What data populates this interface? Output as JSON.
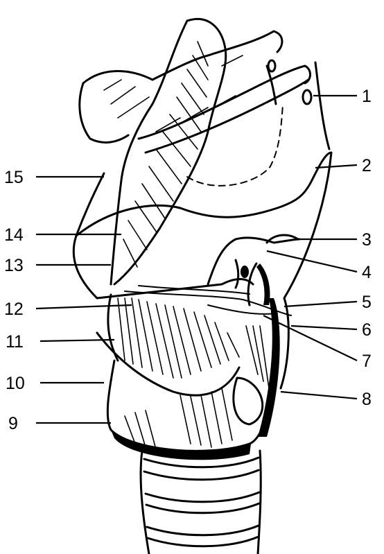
{
  "labels": [
    "1",
    "2",
    "3",
    "4",
    "5",
    "6",
    "7",
    "8",
    "9",
    "10",
    "11",
    "12",
    "13",
    "14",
    "15"
  ],
  "colors": {
    "ink": "#000000",
    "paper": "#ffffff"
  }
}
